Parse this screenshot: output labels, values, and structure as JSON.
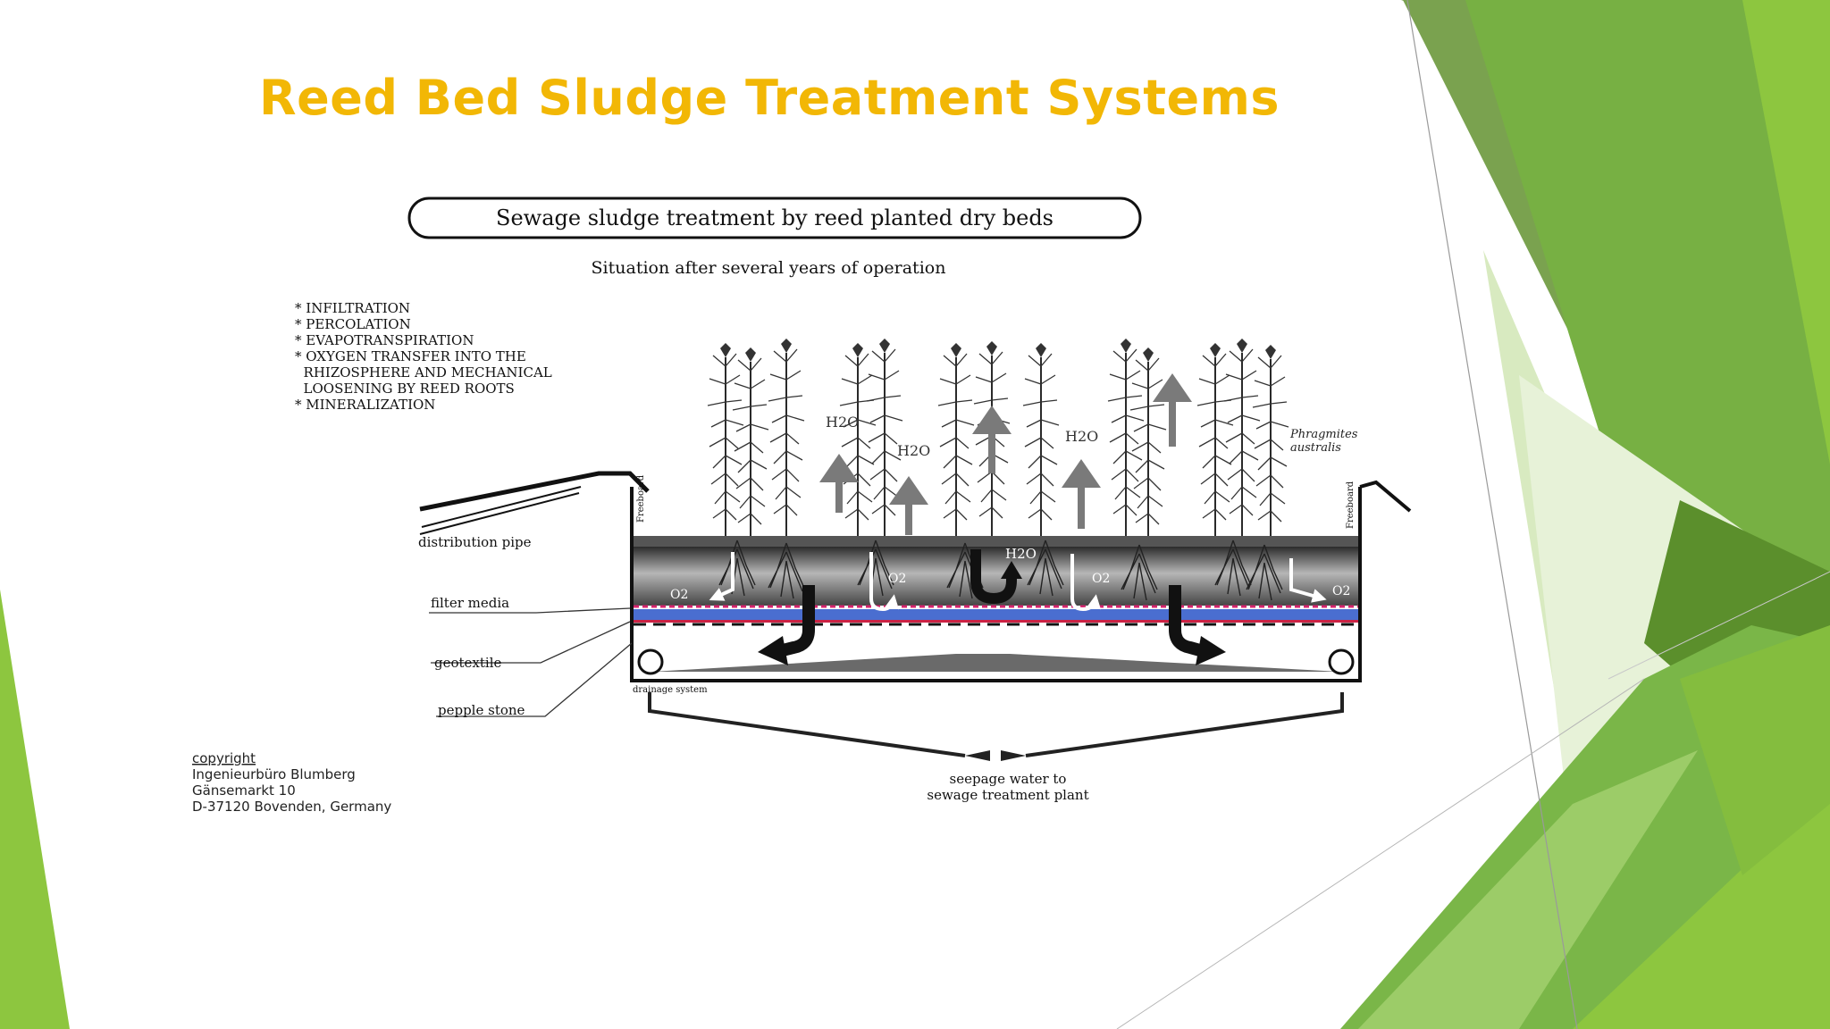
{
  "slide": {
    "title": "Reed Bed Sludge Treatment Systems",
    "colors": {
      "title": "#f2b705",
      "accent_green": "#8dc63f",
      "dark_green": "#6aa834"
    }
  },
  "diagram": {
    "heading": "Sewage sludge treatment by reed planted dry beds",
    "subheading": "Situation after several years of operation",
    "processes": [
      "* INFILTRATION",
      "* PERCOLATION",
      "* EVAPOTRANSPIRATION",
      "* OXYGEN TRANSFER INTO THE",
      "  RHIZOSPHERE AND MECHANICAL",
      "  LOOSENING BY REED ROOTS",
      "* MINERALIZATION"
    ],
    "plant_label": [
      "Phragmites",
      "australis"
    ],
    "labels": {
      "distribution_pipe": "distribution pipe",
      "filter_media": "filter media",
      "geotextile": "geotextile",
      "pepple_stone": "pepple stone",
      "drainage_system": "drainage system",
      "freeboard": "Freeboard",
      "seepage": [
        "seepage water to",
        "sewage treatment plant"
      ]
    },
    "gas_labels": {
      "water": "H2O",
      "oxygen": "O2"
    },
    "copyright": [
      "copyright",
      "Ingenieurbüro Blumberg",
      "Gänsemarkt 10",
      "D-37120 Bovenden, Germany"
    ]
  }
}
